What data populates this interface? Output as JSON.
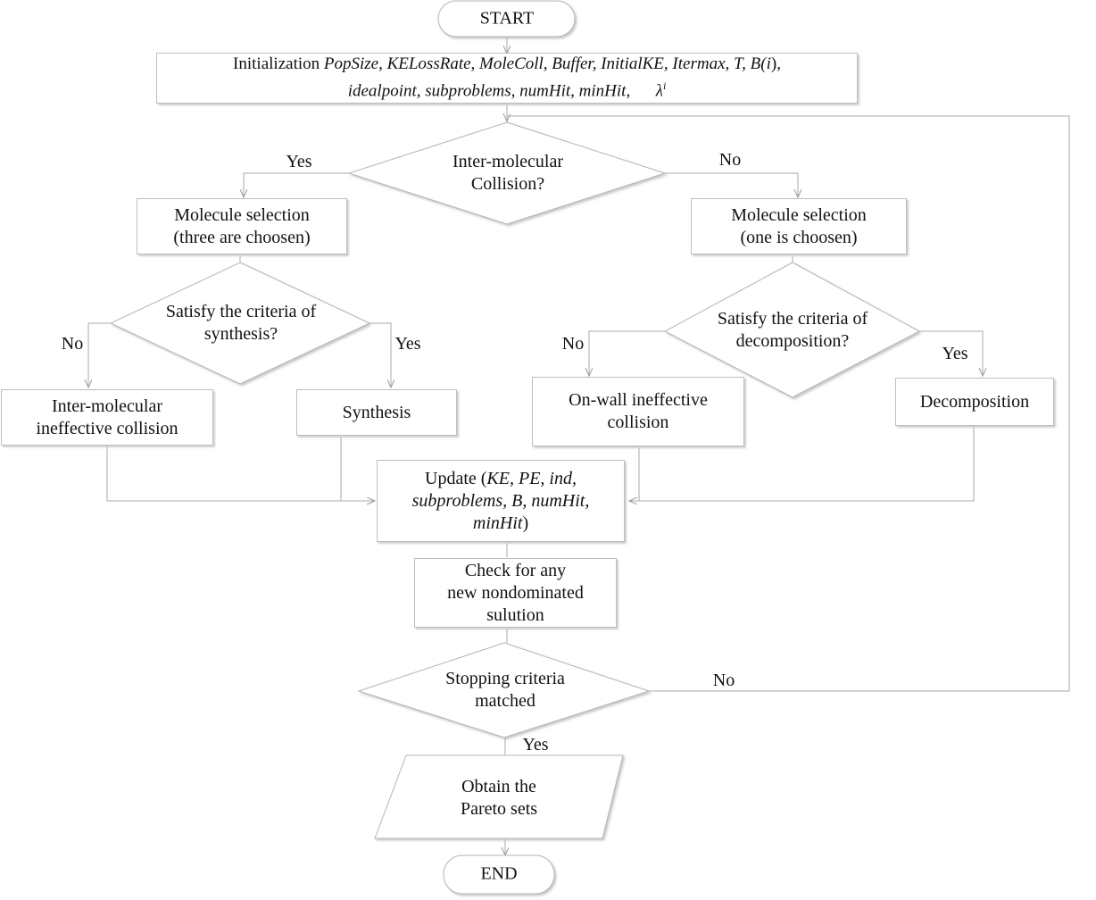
{
  "nodes": {
    "start": "START",
    "init": {
      "prefix": "Initialization ",
      "params_line1": "PopSize, KELossRate, MoleColl, Buffer, InitialKE, Itermax, T, B(",
      "i": "i",
      "close": "),",
      "params_line2": "idealpoint, subproblems, numHit, minHit,",
      "lambda": "λ",
      "sup": "i"
    },
    "decision_collision": [
      "Inter-molecular",
      "Collision?"
    ],
    "select_three": [
      "Molecule selection",
      "(three are choosen)"
    ],
    "select_one": [
      "Molecule selection",
      "(one is choosen)"
    ],
    "decision_synthesis": [
      "Satisfy the criteria of",
      "synthesis?"
    ],
    "decision_decomposition": [
      "Satisfy the criteria of",
      "decomposition?"
    ],
    "inter_ineffective": [
      "Inter-molecular",
      "ineffective collision"
    ],
    "synthesis": "Synthesis",
    "onwall": [
      "On-wall ineffective",
      "collision"
    ],
    "decomposition": "Decomposition",
    "update": {
      "prefix": "Update (",
      "params1": "KE, PE, ind,",
      "params2": "subproblems, B, numHit,",
      "params3": "minHit",
      "suffix": ")"
    },
    "check": [
      "Check for any",
      "new nondominated",
      "sulution"
    ],
    "decision_stop": [
      "Stopping criteria",
      "matched"
    ],
    "obtain": [
      "Obtain the",
      "Pareto sets"
    ],
    "end": "END"
  },
  "edge_labels": {
    "yes_collision": "Yes",
    "no_collision": "No",
    "no_synthesis": "No",
    "yes_synthesis": "Yes",
    "no_decomposition": "No",
    "yes_decomposition": "Yes",
    "no_stop": "No",
    "yes_stop": "Yes"
  },
  "colors": {
    "line": "#aaaaaa",
    "border": "#bdbdbd",
    "shadow": "#cfcfcf",
    "text": "#111111"
  }
}
